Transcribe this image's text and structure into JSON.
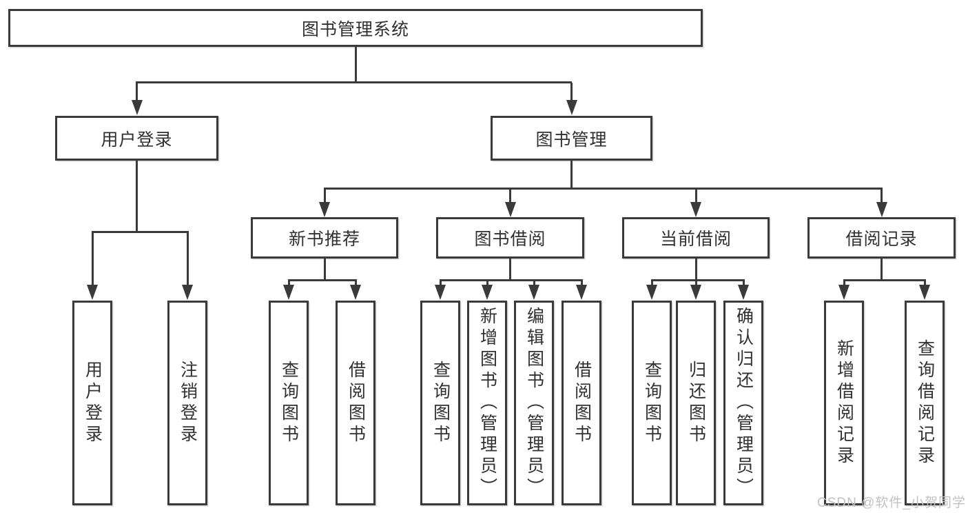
{
  "tree": {
    "label": "图书管理系统",
    "children": [
      {
        "label": "用户登录",
        "children": [
          {
            "label": "用户登录"
          },
          {
            "label": "注销登录"
          }
        ]
      },
      {
        "label": "图书管理",
        "children": [
          {
            "label": "新书推荐",
            "children": [
              {
                "label": "查询图书"
              },
              {
                "label": "借阅图书"
              }
            ]
          },
          {
            "label": "图书借阅",
            "children": [
              {
                "label": "查询图书"
              },
              {
                "label": "新增图书（管理员）"
              },
              {
                "label": "编辑图书（管理员）"
              },
              {
                "label": "借阅图书"
              }
            ]
          },
          {
            "label": "当前借阅",
            "children": [
              {
                "label": "查询图书"
              },
              {
                "label": "归还图书"
              },
              {
                "label": "确认归还（管理员）"
              }
            ]
          },
          {
            "label": "借阅记录",
            "children": [
              {
                "label": "新增借阅记录"
              },
              {
                "label": "查询借阅记录"
              }
            ]
          }
        ]
      }
    ]
  },
  "watermark": {
    "text": "CSDN @软件_小贺同学"
  },
  "colors": {
    "line": "#3a3a3a",
    "text": "#303030",
    "watermark": "#c2c2c2",
    "background": "#ffffff"
  }
}
